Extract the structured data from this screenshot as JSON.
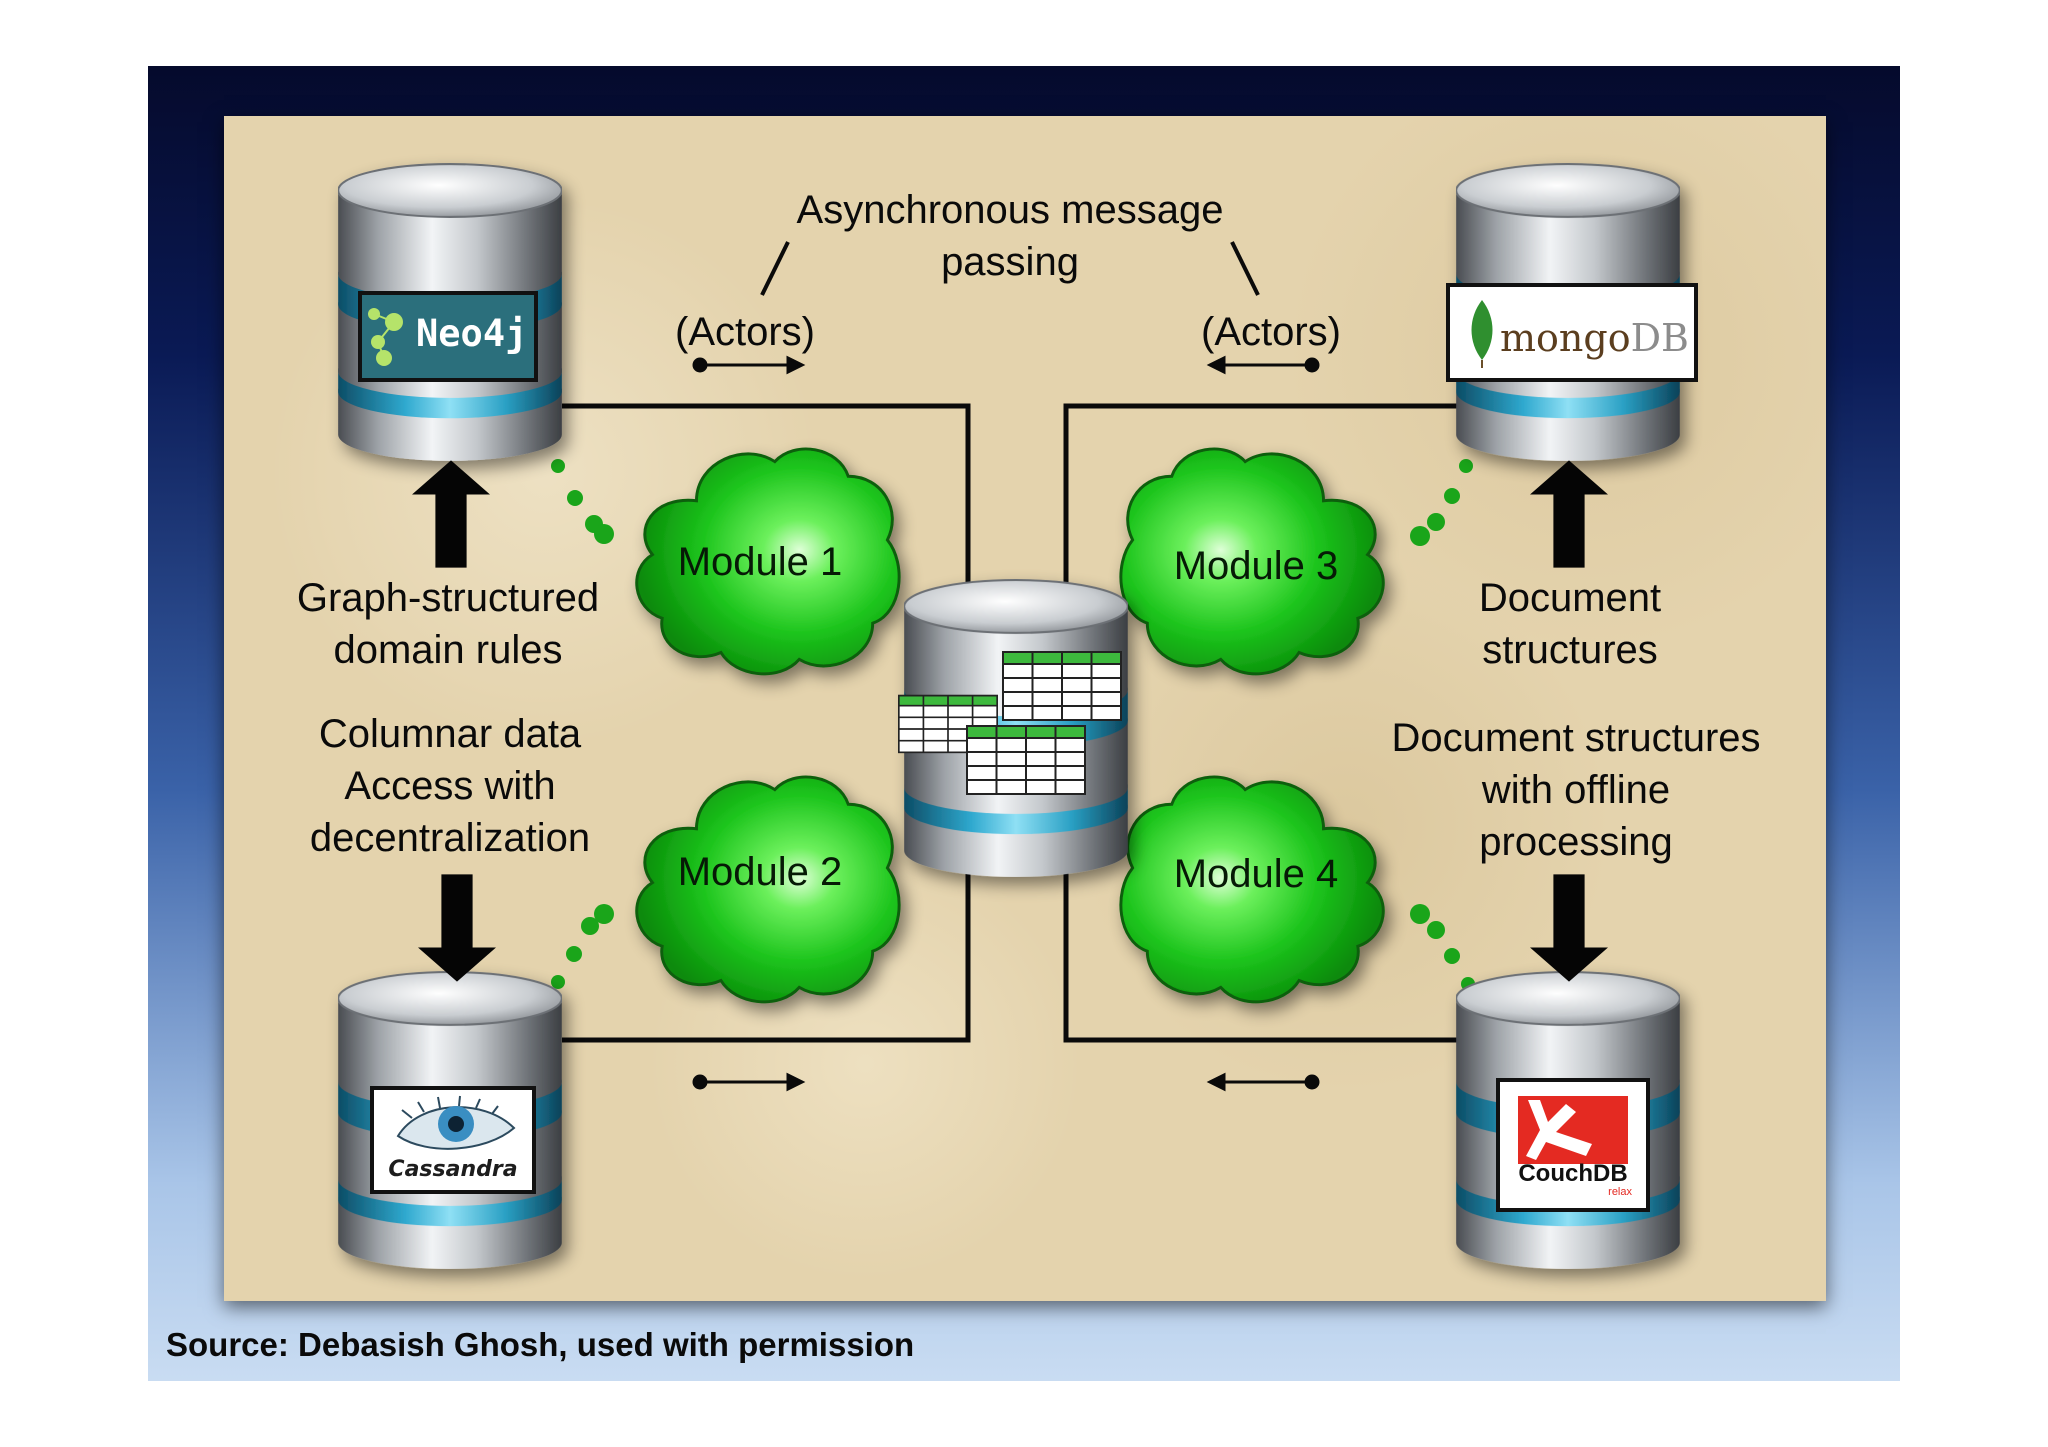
{
  "labels": {
    "async_line1": "Asynchronous message",
    "async_line2": "passing",
    "actors_left": "(Actors)",
    "actors_right": "(Actors)",
    "graph_line1": "Graph-structured",
    "graph_line2": "domain rules",
    "columnar_line1": "Columnar data",
    "columnar_line2": "Access with",
    "columnar_line3": "decentralization",
    "doc_line1": "Document",
    "doc_line2": "structures",
    "offline_line1": "Document structures",
    "offline_line2": "with offline",
    "offline_line3": "processing"
  },
  "modules": [
    "Module 1",
    "Module 2",
    "Module 3",
    "Module 4"
  ],
  "databases": {
    "neo4j": "Neo4j",
    "mongodb_part1": "mongo",
    "mongodb_part2": "DB",
    "cassandra": "Cassandra",
    "couchdb": "CouchDB",
    "couchdb_tagline": "relax"
  },
  "colors": {
    "cloud_green": "#2fd12f",
    "cylinder_teal": "#2aa7c9",
    "background_top": "#050a2c",
    "background_bottom": "#c9dcf2"
  },
  "footer": {
    "source": "Source: Debasish Ghosh, used with permission"
  }
}
